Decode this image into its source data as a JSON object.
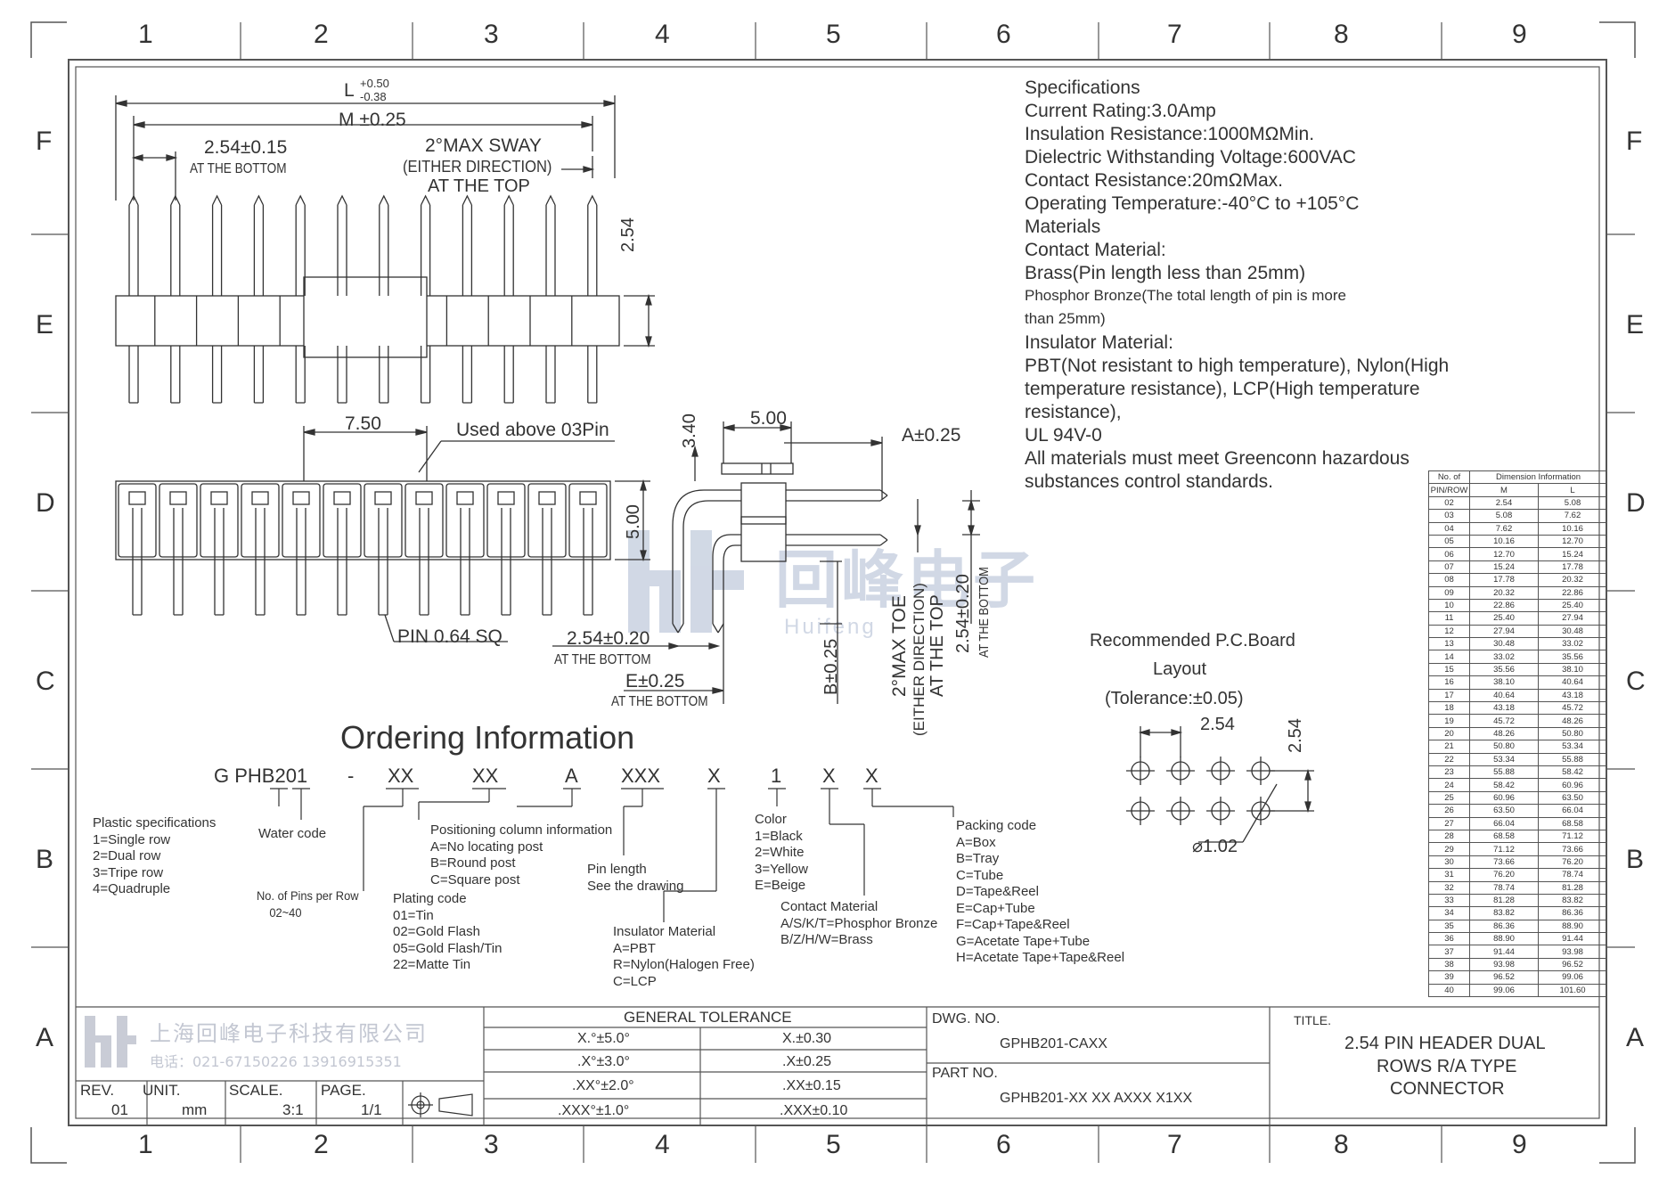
{
  "frame": {
    "columns": [
      "1",
      "2",
      "3",
      "4",
      "5",
      "6",
      "7",
      "8",
      "9"
    ],
    "rows": [
      "F",
      "E",
      "D",
      "C",
      "B",
      "A"
    ]
  },
  "specifications": {
    "title": "Specifications",
    "lines": [
      "Current Rating:3.0Amp",
      "Insulation Resistance:1000MΩMin.",
      "Dielectric Withstanding Voltage:600VAC",
      "Contact Resistance:20mΩMax.",
      "Operating Temperature:-40°C to +105°C",
      "Materials",
      "Contact Material:",
      "Brass(Pin length less than 25mm)",
      "Phosphor Bronze(The total length of pin is more",
      "than 25mm)",
      "Insulator Material:",
      "PBT(Not resistant to high temperature),  Nylon(High",
      "temperature resistance), LCP(High temperature",
      "resistance),",
      "UL 94V-0",
      "All materials must meet Greenconn hazardous",
      "substances control standards."
    ]
  },
  "drawing_labels": {
    "L_dim": "L",
    "L_tol_plus": "+0.50",
    "L_tol_minus": "-0.38",
    "M_dim": "M ±0.25",
    "pitch": "2.54±0.15",
    "at_bottom": "AT THE BOTTOM",
    "sway_1": "2°MAX SWAY",
    "sway_2": "(EITHER DIRECTION)",
    "sway_3": "AT THE TOP",
    "dim_254_vert": "2.54",
    "dim_750": "7.50",
    "used_above": "Used above 03Pin",
    "dim_500_vert": "5.00",
    "pin_sq": "PIN 0.64 SQ",
    "side_340": "3.40",
    "side_500": "5.00",
    "side_A": "A±0.25",
    "side_254": "2.54±0.20",
    "side_at_bottom": "AT THE BOTTOM",
    "side_E": "E±0.25",
    "side_E_bottom": "AT THE BOTTOM",
    "side_B": "B±0.25",
    "toe_1": "2°MAX TOE",
    "toe_2": "(EITHER DIRECTION)",
    "toe_3": "AT THE TOP",
    "vert_254_020": "2.54±0.20",
    "vert_at_bottom": "AT THE BOTTOM",
    "watermark_cn": "回峰电子",
    "watermark_en": "Huifeng"
  },
  "pcb": {
    "title_1": "Recommended P.C.Board",
    "title_2": "Layout",
    "title_3": "(Tolerance:±0.05)",
    "pitch_h": "2.54",
    "pitch_v": "2.54",
    "hole": "⌀1.02"
  },
  "ordering": {
    "title": "Ordering Information",
    "code": [
      "G PHB201",
      "-",
      "XX",
      "XX",
      "A",
      "XXX",
      "X",
      "1",
      "X",
      "X"
    ],
    "plastic": "Plastic specifications\n1=Single row\n2=Dual row\n3=Tripe row\n4=Quadruple",
    "water": "Water code",
    "pins": "No. of Pins per Row\n    02~40",
    "plating": "Plating code\n01=Tin\n02=Gold Flash\n05=Gold Flash/Tin\n22=Matte Tin",
    "positioning": "Positioning column information\nA=No locating post\nB=Round post\nC=Square post",
    "insulator": "Insulator Material\nA=PBT\nR=Nylon(Halogen Free)\nC=LCP",
    "pin_length": "Pin length\nSee the drawing",
    "color": "Color\n1=Black\n2=White\n3=Yellow\nE=Beige",
    "contact": "Contact Material\nA/S/K/T=Phosphor Bronze\nB/Z/H/W=Brass",
    "packing": "Packing code\nA=Box\nB=Tray\nC=Tube\nD=Tape&Reel\nE=Cap+Tube\nF=Cap+Tape&Reel\nG=Acetate Tape+Tube\nH=Acetate Tape+Tape&Reel"
  },
  "dimension_table": {
    "header_no": "No. of",
    "header_pinrow": "PIN/ROW",
    "header_dim": "Dimension Information",
    "header_m": "M",
    "header_l": "L",
    "rows": [
      [
        "02",
        "2.54",
        "5.08"
      ],
      [
        "03",
        "5.08",
        "7.62"
      ],
      [
        "04",
        "7.62",
        "10.16"
      ],
      [
        "05",
        "10.16",
        "12.70"
      ],
      [
        "06",
        "12.70",
        "15.24"
      ],
      [
        "07",
        "15.24",
        "17.78"
      ],
      [
        "08",
        "17.78",
        "20.32"
      ],
      [
        "09",
        "20.32",
        "22.86"
      ],
      [
        "10",
        "22.86",
        "25.40"
      ],
      [
        "11",
        "25.40",
        "27.94"
      ],
      [
        "12",
        "27.94",
        "30.48"
      ],
      [
        "13",
        "30.48",
        "33.02"
      ],
      [
        "14",
        "33.02",
        "35.56"
      ],
      [
        "15",
        "35.56",
        "38.10"
      ],
      [
        "16",
        "38.10",
        "40.64"
      ],
      [
        "17",
        "40.64",
        "43.18"
      ],
      [
        "18",
        "43.18",
        "45.72"
      ],
      [
        "19",
        "45.72",
        "48.26"
      ],
      [
        "20",
        "48.26",
        "50.80"
      ],
      [
        "21",
        "50.80",
        "53.34"
      ],
      [
        "22",
        "53.34",
        "55.88"
      ],
      [
        "23",
        "55.88",
        "58.42"
      ],
      [
        "24",
        "58.42",
        "60.96"
      ],
      [
        "25",
        "60.96",
        "63.50"
      ],
      [
        "26",
        "63.50",
        "66.04"
      ],
      [
        "27",
        "66.04",
        "68.58"
      ],
      [
        "28",
        "68.58",
        "71.12"
      ],
      [
        "29",
        "71.12",
        "73.66"
      ],
      [
        "30",
        "73.66",
        "76.20"
      ],
      [
        "31",
        "76.20",
        "78.74"
      ],
      [
        "32",
        "78.74",
        "81.28"
      ],
      [
        "33",
        "81.28",
        "83.82"
      ],
      [
        "34",
        "83.82",
        "86.36"
      ],
      [
        "35",
        "86.36",
        "88.90"
      ],
      [
        "36",
        "88.90",
        "91.44"
      ],
      [
        "37",
        "91.44",
        "93.98"
      ],
      [
        "38",
        "93.98",
        "96.52"
      ],
      [
        "39",
        "96.52",
        "99.06"
      ],
      [
        "40",
        "99.06",
        "101.60"
      ]
    ]
  },
  "title_block": {
    "company": "上海回峰电子科技有限公司",
    "phone": "电话：021-67150226  13916915351",
    "rev_label": "REV.",
    "rev_value": "01",
    "unit_label": "UNIT.",
    "unit_value": "mm",
    "scale_label": "SCALE.",
    "scale_value": "3:1",
    "page_label": "PAGE.",
    "page_value": "1/1",
    "tolerance_title": "GENERAL TOLERANCE",
    "tolerances": [
      [
        "X.°±5.0°",
        "X.±0.30"
      ],
      [
        ".X°±3.0°",
        ".X±0.25"
      ],
      [
        ".XX°±2.0°",
        ".XX±0.15"
      ],
      [
        ".XXX°±1.0°",
        ".XXX±0.10"
      ]
    ],
    "dwg_label": "DWG. NO.",
    "dwg_value": "GPHB201-CAXX",
    "part_label": "PART NO.",
    "part_value": "GPHB201-XX XX AXXX X1XX",
    "title_label": "TITLE.",
    "title_1": "2.54 PIN HEADER DUAL",
    "title_2": "ROWS R/A TYPE",
    "title_3": "CONNECTOR"
  }
}
